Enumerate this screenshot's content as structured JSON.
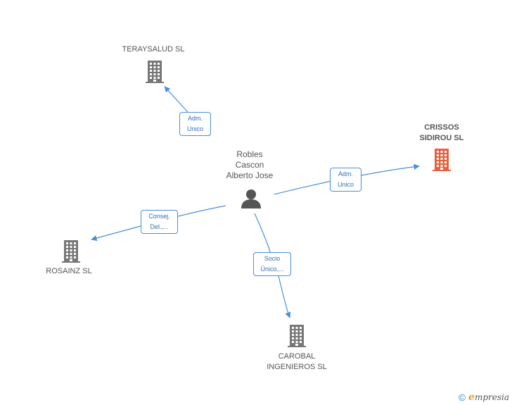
{
  "colors": {
    "edge": "#4a8fd8",
    "company": "#777777",
    "main_company": "#e8603c",
    "person": "#555555"
  },
  "center": {
    "name_lines": [
      "Robles",
      "Cascon",
      "Alberto Jose"
    ],
    "icon": "person-icon"
  },
  "nodes": [
    {
      "id": "teraysalud",
      "lines": [
        "TERAYSALUD SL"
      ],
      "icon": "building-icon"
    },
    {
      "id": "crissos",
      "lines": [
        "CRISSOS",
        "SIDIROU SL"
      ],
      "icon": "building-icon",
      "main": true
    },
    {
      "id": "rosainz",
      "lines": [
        "ROSAINZ SL"
      ],
      "icon": "building-icon"
    },
    {
      "id": "carobal",
      "lines": [
        "CAROBAL",
        "INGENIEROS SL"
      ],
      "icon": "building-icon"
    }
  ],
  "edges": [
    {
      "to": "teraysalud",
      "lines": [
        "Adm.",
        "Unico"
      ]
    },
    {
      "to": "crissos",
      "lines": [
        "Adm.",
        "Unico"
      ]
    },
    {
      "to": "rosainz",
      "lines": [
        "Consej.",
        "Del.,..."
      ]
    },
    {
      "to": "carobal",
      "lines": [
        "Socio",
        "Único,..."
      ]
    }
  ],
  "footer": {
    "copyright": "©",
    "brand_initial": "e",
    "brand_rest": "mpresia"
  }
}
